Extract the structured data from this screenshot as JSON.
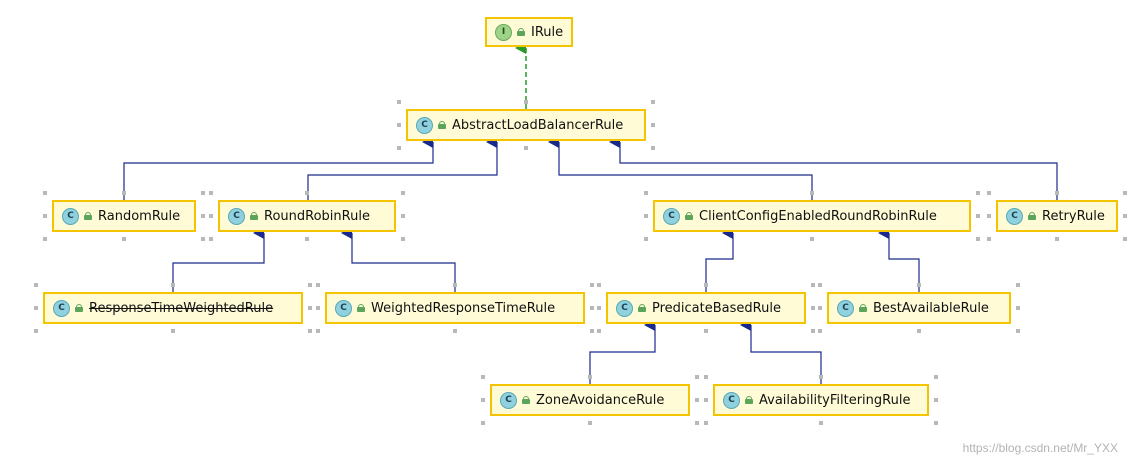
{
  "diagram": {
    "nodes": [
      {
        "id": "irule",
        "name": "IRule",
        "kind": "interface",
        "kind_letter": "I",
        "deprecated": false
      },
      {
        "id": "ablr",
        "name": "AbstractLoadBalancerRule",
        "kind": "class",
        "kind_letter": "C",
        "deprecated": false
      },
      {
        "id": "random",
        "name": "RandomRule",
        "kind": "class",
        "kind_letter": "C",
        "deprecated": false
      },
      {
        "id": "rrr",
        "name": "RoundRobinRule",
        "kind": "class",
        "kind_letter": "C",
        "deprecated": false
      },
      {
        "id": "ccerr",
        "name": "ClientConfigEnabledRoundRobinRule",
        "kind": "class",
        "kind_letter": "C",
        "deprecated": false
      },
      {
        "id": "retry",
        "name": "RetryRule",
        "kind": "class",
        "kind_letter": "C",
        "deprecated": false
      },
      {
        "id": "rtwr",
        "name": "ResponseTimeWeightedRule",
        "kind": "class",
        "kind_letter": "C",
        "deprecated": true
      },
      {
        "id": "wrtr",
        "name": "WeightedResponseTimeRule",
        "kind": "class",
        "kind_letter": "C",
        "deprecated": false
      },
      {
        "id": "pbr",
        "name": "PredicateBasedRule",
        "kind": "class",
        "kind_letter": "C",
        "deprecated": false
      },
      {
        "id": "bar",
        "name": "BestAvailableRule",
        "kind": "class",
        "kind_letter": "C",
        "deprecated": false
      },
      {
        "id": "zar",
        "name": "ZoneAvoidanceRule",
        "kind": "class",
        "kind_letter": "C",
        "deprecated": false
      },
      {
        "id": "afr",
        "name": "AvailabilityFilteringRule",
        "kind": "class",
        "kind_letter": "C",
        "deprecated": false
      }
    ],
    "edges": [
      {
        "from": "ablr",
        "to": "irule",
        "type": "implements"
      },
      {
        "from": "random",
        "to": "ablr",
        "type": "extends"
      },
      {
        "from": "rrr",
        "to": "ablr",
        "type": "extends"
      },
      {
        "from": "ccerr",
        "to": "ablr",
        "type": "extends"
      },
      {
        "from": "retry",
        "to": "ablr",
        "type": "extends"
      },
      {
        "from": "rtwr",
        "to": "rrr",
        "type": "extends"
      },
      {
        "from": "wrtr",
        "to": "rrr",
        "type": "extends"
      },
      {
        "from": "pbr",
        "to": "ccerr",
        "type": "extends"
      },
      {
        "from": "bar",
        "to": "ccerr",
        "type": "extends"
      },
      {
        "from": "zar",
        "to": "pbr",
        "type": "extends"
      },
      {
        "from": "afr",
        "to": "pbr",
        "type": "extends"
      }
    ],
    "colors": {
      "node_fill": "#fefbd6",
      "node_border": "#f5c400",
      "extends_edge": "#1a2a8c",
      "implements_edge": "#2a9a2a"
    }
  },
  "watermark": "https://blog.csdn.net/Mr_YXX"
}
